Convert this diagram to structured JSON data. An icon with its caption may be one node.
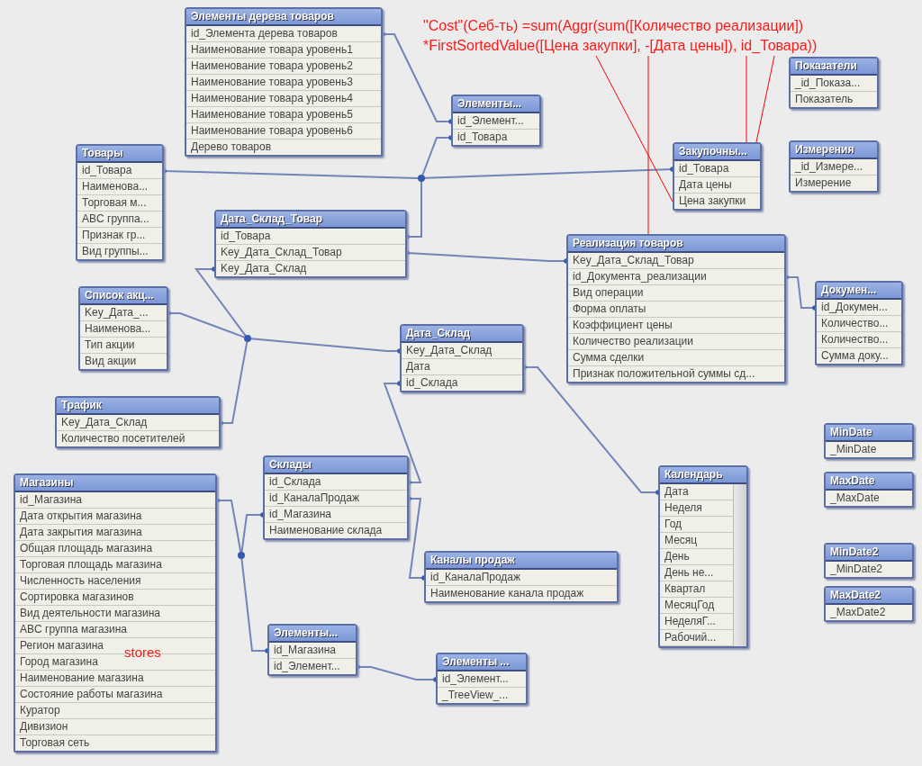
{
  "diagram": {
    "nodes": [
      {
        "text": [
          "Элементы дерева товаров",
          "id_Элемента дерева товаров",
          "Наименование товара уровень1",
          "Наименование товара уровень2",
          "Наименование товара уровень3",
          "Наименование товара уровень4",
          "Наименование товара уровень5",
          "Наименование товара уровень6",
          "Дерево товаров"
        ]
      },
      {
        "text": [
          "\"Cost\"(Себ-ть) =sum(Aggr(sum([Количество реализации]) *FirstSortedValue([Цена закупки], -[Дата цены]), id_Товара))"
        ]
      },
      {
        "text": [
          "Показатели",
          "_id_Показа...",
          "Показатель"
        ]
      },
      {
        "text": [
          "Элементы...",
          "id_Элемент...",
          "id_Товара"
        ]
      },
      {
        "text": [
          "Товары",
          "id_Товара",
          "Наименова...",
          "Торговая м...",
          "ABC группа...",
          "Признак гр...",
          "Вид группы..."
        ]
      },
      {
        "text": [],
        "shape": "circle"
      },
      {
        "text": [
          "Закупочны...",
          "id_Товара",
          "Дата цены",
          "Цена закупки"
        ]
      },
      {
        "text": [
          "Измерения",
          "_id_Измере...",
          "Измерение"
        ]
      },
      {
        "text": [
          "Дата_Склад_Товар",
          "id_Товара",
          "Key_Дата_Склад_Товар",
          "Key_Дата_Склад"
        ]
      },
      {
        "text": [
          "Реализация товаров",
          "Key_Дата_Склад_Товар",
          "id_Документа_реализации",
          "Вид операции",
          "Форма оплаты",
          "Коэффициент цены",
          "Количество реализации",
          "Сумма сделки",
          "Признак положительной суммы сд..."
        ]
      },
      {
        "text": [
          "Список акц...",
          "Key_Дата_...",
          "Наименова...",
          "Тип акции",
          "Вид акции"
        ]
      },
      {
        "text": [
          "Докумен...",
          "id_Докумен...",
          "Количество...",
          "Количество...",
          "Сумма доку..."
        ]
      },
      {
        "text": [],
        "shape": "circle"
      },
      {
        "text": [
          "Дата_Склад",
          "Key_Дата_Склад",
          "Дата",
          "id_Склада"
        ]
      },
      {
        "text": [
          "Трафик",
          "Key_Дата_Склад",
          "Количество посетителей"
        ]
      },
      {
        "text": [
          "MinDate",
          "_MinDate"
        ]
      },
      {
        "text": [
          "Магазины",
          "id_Магазина",
          "Дата открытия магазина",
          "Дата закрытия магазина",
          "Общая площадь магазина",
          "Торговая площадь магазина",
          "Численность населения",
          "Сортировка магазинов",
          "Вид деятельности магазина",
          "ABC группа магазина",
          "Регион магазина",
          "Город магазина",
          "Наименование магазина",
          "Состояние работы магазина",
          "Куратор",
          "Дивизион",
          "Торговая сеть"
        ]
      },
      {
        "text": [
          "Склады",
          "id_Склада",
          "id_КаналаПродаж",
          "id_Магазина",
          "Наименование склада"
        ]
      },
      {
        "text": [],
        "shape": "circle"
      },
      {
        "text": [
          "Календарь",
          "Дата",
          "Неделя",
          "Год",
          "Месяц",
          "День",
          "День не...",
          "Квартал",
          "МесяцГод",
          "НеделяГ...",
          "Рабочий..."
        ]
      },
      {
        "text": [
          "MaxDate",
          "_MaxDate"
        ]
      },
      {
        "text": [
          "MinDate2",
          "_MinDate2"
        ]
      },
      {
        "text": [
          "Каналы продаж",
          "id_КаналаПродаж",
          "Наименование канала продаж"
        ]
      },
      {
        "text": [
          "MaxDate2",
          "_MaxDate2"
        ]
      },
      {
        "text": [
          "Элементы...",
          "id_Магазина",
          "id_Элемент..."
        ]
      },
      {
        "text": [
          "Элементы ...",
          "id_Элемент...",
          "_TreeView_..."
        ]
      }
    ],
    "edges": [
      {
        "from": 0,
        "to": 3,
        "arrow": "other"
      },
      {
        "from": 4,
        "to": 5,
        "arrow": "other"
      },
      {
        "from": 3,
        "to": 5,
        "arrow": "other"
      },
      {
        "from": 6,
        "to": 5,
        "arrow": "other"
      },
      {
        "from": 8,
        "to": 5,
        "arrow": "other"
      },
      {
        "from": 8,
        "to": 9,
        "arrow": "other"
      },
      {
        "from": 8,
        "to": 12,
        "arrow": "other"
      },
      {
        "from": 10,
        "to": 12,
        "arrow": "other"
      },
      {
        "from": 14,
        "to": 12,
        "arrow": "other"
      },
      {
        "from": 13,
        "to": 12,
        "arrow": "other"
      },
      {
        "from": 9,
        "to": 11,
        "arrow": "other"
      },
      {
        "from": 13,
        "to": 19,
        "arrow": "other"
      },
      {
        "from": 13,
        "to": 17,
        "arrow": "other"
      },
      {
        "from": 17,
        "to": 22,
        "arrow": "other"
      },
      {
        "from": 16,
        "to": 18,
        "arrow": "other"
      },
      {
        "from": 17,
        "to": 18,
        "arrow": "other"
      },
      {
        "from": 24,
        "to": 18,
        "arrow": "other"
      },
      {
        "from": 24,
        "to": 25,
        "arrow": "other"
      },
      {
        "from": 1,
        "to": 6,
        "arrow": "none",
        "color": "#ff0000"
      },
      {
        "from": 1,
        "to": 6,
        "arrow": "none",
        "color": "#ff0000"
      },
      {
        "from": 1,
        "to": 6,
        "arrow": "none",
        "color": "#ff0000"
      },
      {
        "from": 1,
        "to": 9,
        "arrow": "none",
        "color": "#ff0000"
      }
    ],
    "labels": [
      "stores"
    ]
  }
}
